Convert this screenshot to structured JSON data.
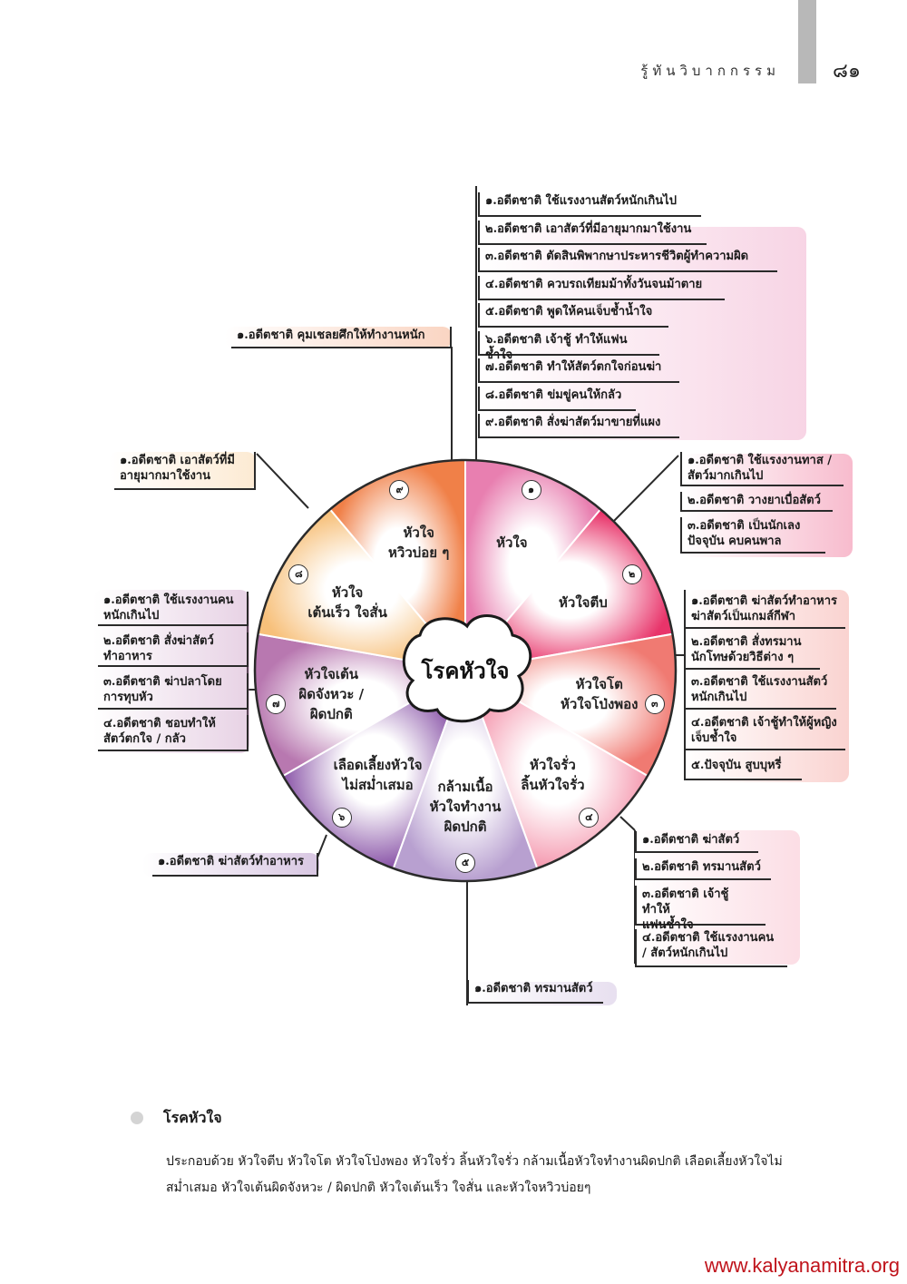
{
  "header": {
    "title": "รู้ทันวิบากกรรม",
    "page_number": "๘๑"
  },
  "center_label": "โรคหัวใจ",
  "segments": [
    {
      "num": "๑",
      "label": "หัวใจ"
    },
    {
      "num": "๒",
      "label": "หัวใจตีบ"
    },
    {
      "num": "๓",
      "label": "หัวใจโต\nหัวใจโป่งพอง"
    },
    {
      "num": "๔",
      "label": "หัวใจรั่ว\nลิ้นหัวใจรั่ว"
    },
    {
      "num": "๕",
      "label": "กล้ามเนื้อ\nหัวใจทำงาน\nผิดปกติ"
    },
    {
      "num": "๖",
      "label": "เลือดเลี้ยงหัวใจ\nไม่สม่ำเสมอ"
    },
    {
      "num": "๗",
      "label": "หัวใจเต้น\nผิดจังหวะ /\nผิดปกติ"
    },
    {
      "num": "๘",
      "label": "หัวใจ\nเต้นเร็ว ใจสั่น"
    },
    {
      "num": "๙",
      "label": "หัวใจ\nหวิวบ่อย ๆ"
    }
  ],
  "causes": {
    "s1": [
      "๑.อดีตชาติ ใช้แรงงานสัตว์หนักเกินไป",
      "๒.อดีตชาติ เอาสัตว์ที่มีอายุมากมาใช้งาน",
      "๓.อดีตชาติ ตัดสินพิพากษาประหารชีวิตผู้ทำความผิด",
      "๔.อดีตชาติ ควบรถเทียมม้าทั้งวันจนม้าตาย",
      "๕.อดีตชาติ พูดให้คนเจ็บช้ำน้ำใจ",
      "๖.อดีตชาติ เจ้าชู้ ทำให้แฟนช้ำใจ",
      "๗.อดีตชาติ ทำให้สัตว์ตกใจก่อนฆ่า",
      "๘.อดีตชาติ ข่มขู่คนให้กลัว",
      "๙.อดีตชาติ สั่งฆ่าสัตว์มาขายที่แผง"
    ],
    "s2": [
      "๑.อดีตชาติ ใช้แรงงานทาส /\nสัตว์มากเกินไป",
      "๒.อดีตชาติ วางยาเบื่อสัตว์",
      "๓.อดีตชาติ เป็นนักเลง\nปัจจุบัน คบคนพาล"
    ],
    "s3": [
      "๑.อดีตชาติ ฆ่าสัตว์ทำอาหาร\nฆ่าสัตว์เป็นเกมส์กีฬา",
      "๒.อดีตชาติ สั่งทรมาน\nนักโทษด้วยวิธีต่าง ๆ",
      "๓.อดีตชาติ ใช้แรงงานสัตว์\nหนักเกินไป",
      "๔.อดีตชาติ เจ้าชู้ทำให้ผู้หญิง\nเจ็บช้ำใจ",
      "๕.ปัจจุบัน สูบบุหรี่"
    ],
    "s4": [
      "๑.อดีตชาติ ฆ่าสัตว์",
      "๒.อดีตชาติ ทรมานสัตว์",
      "๓.อดีตชาติ เจ้าชู้ ทำให้\nแฟนช้ำใจ",
      "๔.อดีตชาติ ใช้แรงงานคน\n/ สัตว์หนักเกินไป"
    ],
    "s5": [
      "๑.อดีตชาติ ทรมานสัตว์"
    ],
    "s6": [
      "๑.อดีตชาติ ฆ่าสัตว์ทำอาหาร"
    ],
    "s7": [
      "๑.อดีตชาติ ใช้แรงงานคน\nหนักเกินไป",
      "๒.อดีตชาติ สั่งฆ่าสัตว์\nทำอาหาร",
      "๓.อดีตชาติ ฆ่าปลาโดย\nการทุบหัว",
      "๔.อดีตชาติ ชอบทำให้\nสัตว์ตกใจ / กลัว"
    ],
    "s8": [
      "๑.อดีตชาติ เอาสัตว์ที่มี\nอายุมากมาใช้งาน"
    ],
    "s9": [
      "๑.อดีตชาติ คุมเชลยศึกให้ทำงานหนัก"
    ]
  },
  "summary": {
    "title": "โรคหัวใจ",
    "body": "ประกอบด้วย หัวใจตีบ หัวใจโต หัวใจโป่งพอง หัวใจรั่ว ลิ้นหัวใจรั่ว กล้ามเนื้อหัวใจทำงานผิดปกติ เลือดเลี้ยงหัวใจไม่สม่ำเสมอ หัวใจเต้นผิดจังหวะ / ผิดปกติ หัวใจเต้นเร็ว ใจสั่น และหัวใจหวิวบ่อยๆ"
  },
  "footer_url": "www.kalyanamitra.org",
  "colors": {
    "s1": "#e87fb0",
    "s2": "#e8346a",
    "s3": "#f07a72",
    "s4": "#f59ab0",
    "s5": "#b8a0d0",
    "s6": "#8a55a8",
    "s7": "#b878b0",
    "s8": "#f7c07a",
    "s9": "#f08048"
  }
}
